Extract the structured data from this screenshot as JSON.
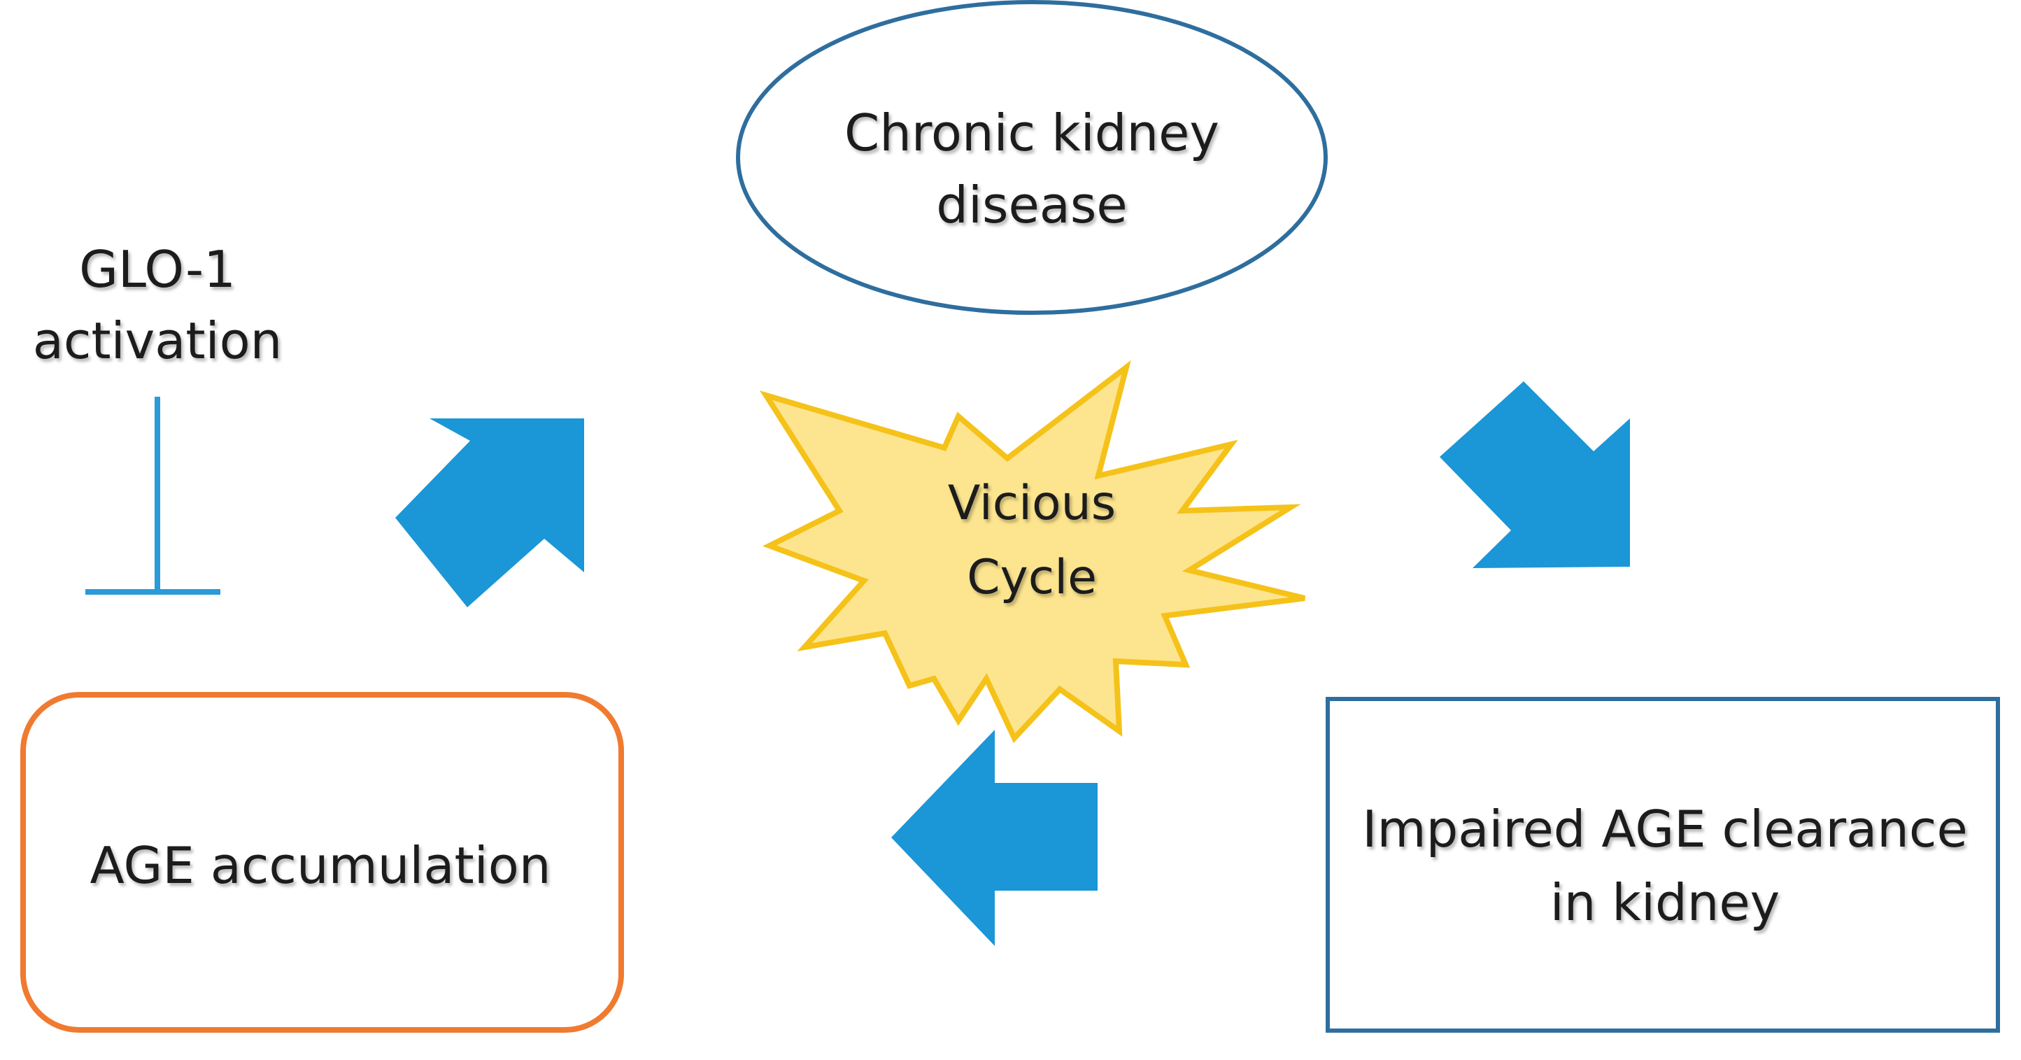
{
  "nodes": {
    "ckd": {
      "line1": "Chronic kidney",
      "line2": "disease"
    },
    "glo1": {
      "line1": "GLO-1",
      "line2": "activation"
    },
    "vicious": {
      "line1": "Vicious",
      "line2": "Cycle"
    },
    "age_accumulation": {
      "label": "AGE accumulation"
    },
    "impaired": {
      "line1": "Impaired AGE clearance",
      "line2": "in kidney"
    }
  },
  "colors": {
    "arrow_blue": "#1b96d6",
    "inhibitor_line": "#2a9ad8",
    "ellipse_border": "#2e6e9e",
    "age_box_border": "#f07a30",
    "impaired_box_border": "#2e6e9e",
    "star_fill": "#fde58f",
    "star_border": "#f5c21a"
  },
  "icons": [
    "up-right-arrow-icon",
    "down-right-arrow-icon",
    "left-arrow-icon",
    "inhibition-t-bar-icon",
    "explosion-star-icon"
  ]
}
